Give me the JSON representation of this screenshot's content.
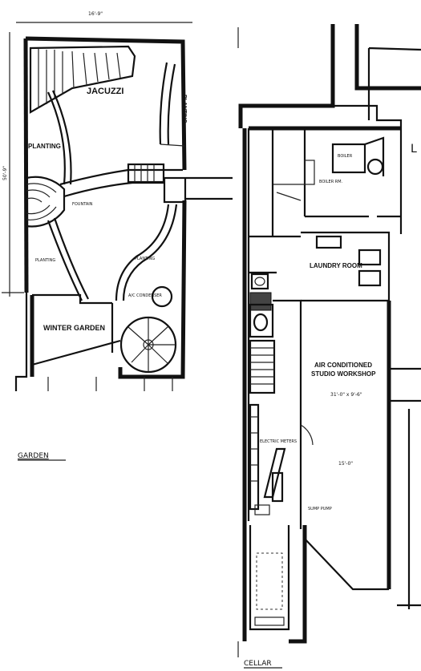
{
  "garden": {
    "dimension_top": "16'-9\"",
    "dimension_side": "50'-9\"",
    "jacuzzi": "JACUZZI",
    "planting_left": "PLANTING",
    "planting_right": "PLANTING",
    "fountain": "FOUNTAIN",
    "planting_small_left": "PLANTING",
    "planting_small_right": "PLANTING",
    "ac_condenser": "A/C CONDENSER",
    "winter_garden": "WINTER GARDEN",
    "caption": "GARDEN"
  },
  "cellar": {
    "boiler": "BOILER",
    "boiler_rm": "BOILER RM.",
    "laundry_room": "LAUNDRY ROOM",
    "studio_line1": "AIR CONDITIONED",
    "studio_line2": "STUDIO WORKSHOP",
    "studio_dims": "31'-0\" x 9'-6\"",
    "studio_height": "15'-0\"",
    "electric_meters": "ELECTRIC METERS",
    "sump_pump": "SUMP PUMP",
    "caption": "CELLAR"
  }
}
